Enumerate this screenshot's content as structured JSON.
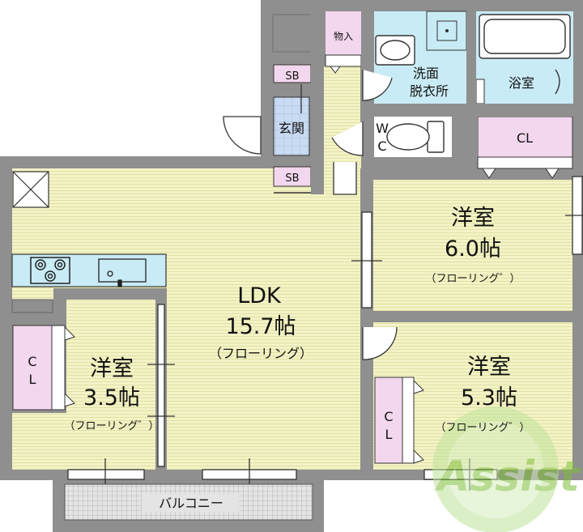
{
  "floorplan": {
    "rooms": {
      "ldk": {
        "name": "LDK",
        "size": "15.7帖",
        "floor": "（フローリング）"
      },
      "western1": {
        "name": "洋室",
        "size": "6.0帖",
        "floor": "（フローリング゛）"
      },
      "western2": {
        "name": "洋室",
        "size": "5.3帖",
        "floor": "（フローリング゛）"
      },
      "western3": {
        "name": "洋室",
        "size": "3.5帖",
        "floor": "（フローリング゛）"
      },
      "entrance": {
        "name": "玄関"
      },
      "storage": {
        "name": "物入"
      },
      "washroom": {
        "line1": "洗面",
        "line2": "脱衣所"
      },
      "bath": {
        "name": "浴室"
      },
      "toilet": {
        "line1": "W",
        "line2": "C"
      },
      "sb_top": {
        "name": "SB"
      },
      "sb_bottom": {
        "name": "SB"
      },
      "cl_top": {
        "name": "CL"
      },
      "cl_left": {
        "line1": "C",
        "line2": "L"
      },
      "cl_mid": {
        "line1": "C",
        "line2": "L"
      },
      "balcony": {
        "name": "バルコニー"
      }
    },
    "watermark": "Assist",
    "colors": {
      "floor": "#f3f3c6",
      "wall": "#8f8f8f",
      "closet": "#f3d7ee",
      "water": "#c9ebf5",
      "entrance": "#c9daf2",
      "counter": "#c9ebf5",
      "balcony": "#dcdcdc"
    }
  }
}
